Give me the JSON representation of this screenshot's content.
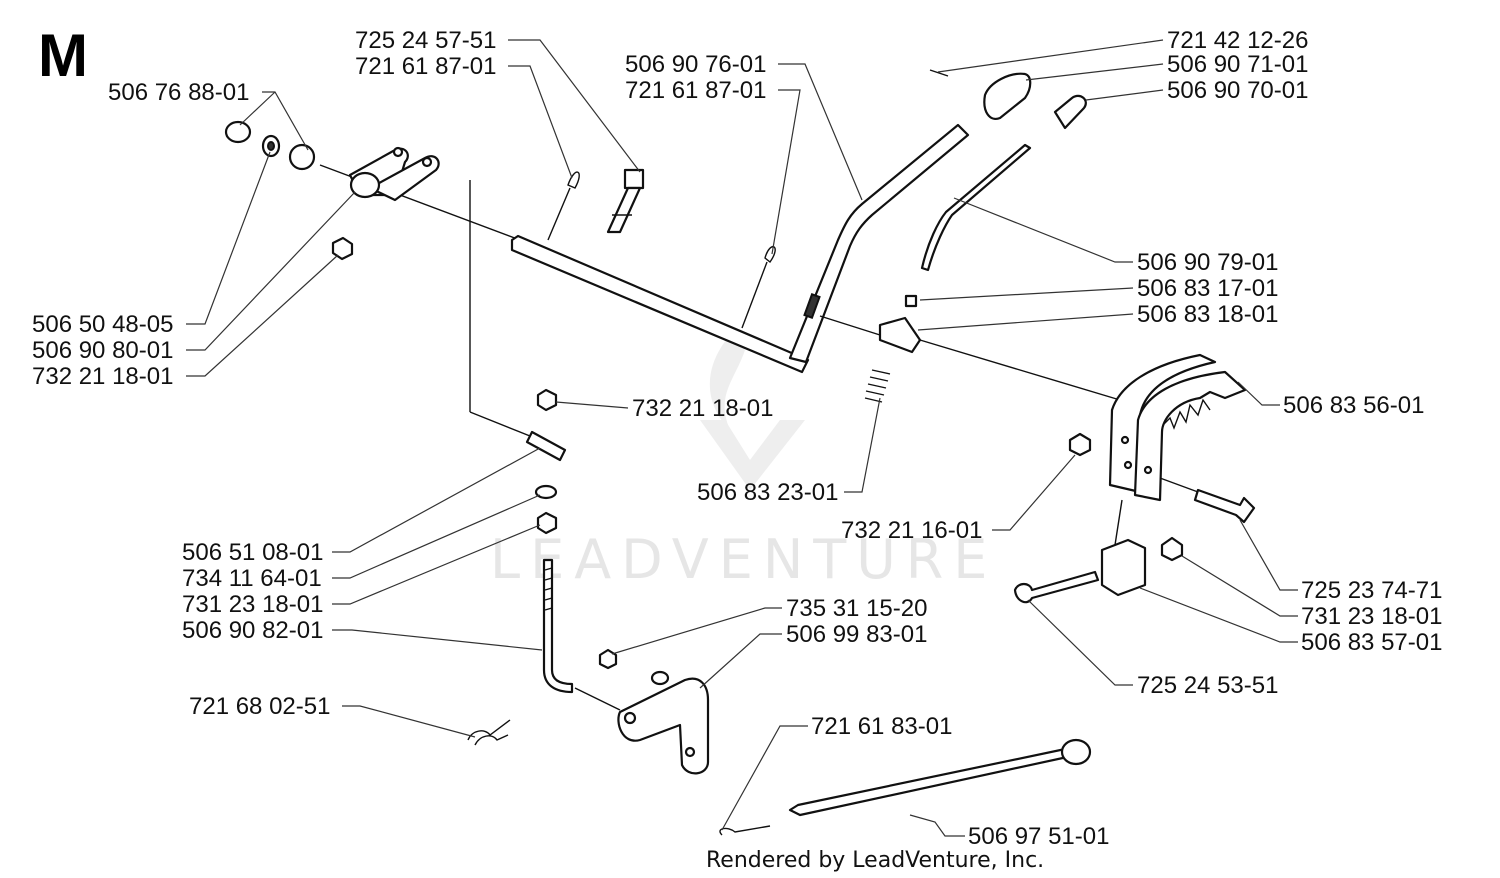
{
  "section_letter": "M",
  "footer": "Rendered by LeadVenture, Inc.",
  "watermark": "LEADVENTURE",
  "labels": {
    "l01": "725 24 57-51",
    "l02": "721 61 87-01",
    "l03": "506 90 76-01",
    "l04": "721 61 87-01",
    "l05": "721 42 12-26",
    "l06": "506 90 71-01",
    "l07": "506 90 70-01",
    "l08": "506 76 88-01",
    "l09": "506 90 79-01",
    "l10": "506 83 17-01",
    "l11": "506 83 18-01",
    "l12": "506 50 48-05",
    "l13": "506 90 80-01",
    "l14": "732 21 18-01",
    "l15": "732 21 18-01",
    "l16": "506 83 56-01",
    "l17": "506 83 23-01",
    "l18": "732 21 16-01",
    "l19": "506 51 08-01",
    "l20": "734 11 64-01",
    "l21": "731 23 18-01",
    "l22": "506 90 82-01",
    "l23": "735 31 15-20",
    "l24": "506 99 83-01",
    "l25": "725 23 74-71",
    "l26": "731 23 18-01",
    "l27": "506 83 57-01",
    "l28": "725 24 53-51",
    "l29": "721 68 02-51",
    "l30": "721 61 83-01",
    "l31": "506 97 51-01"
  }
}
